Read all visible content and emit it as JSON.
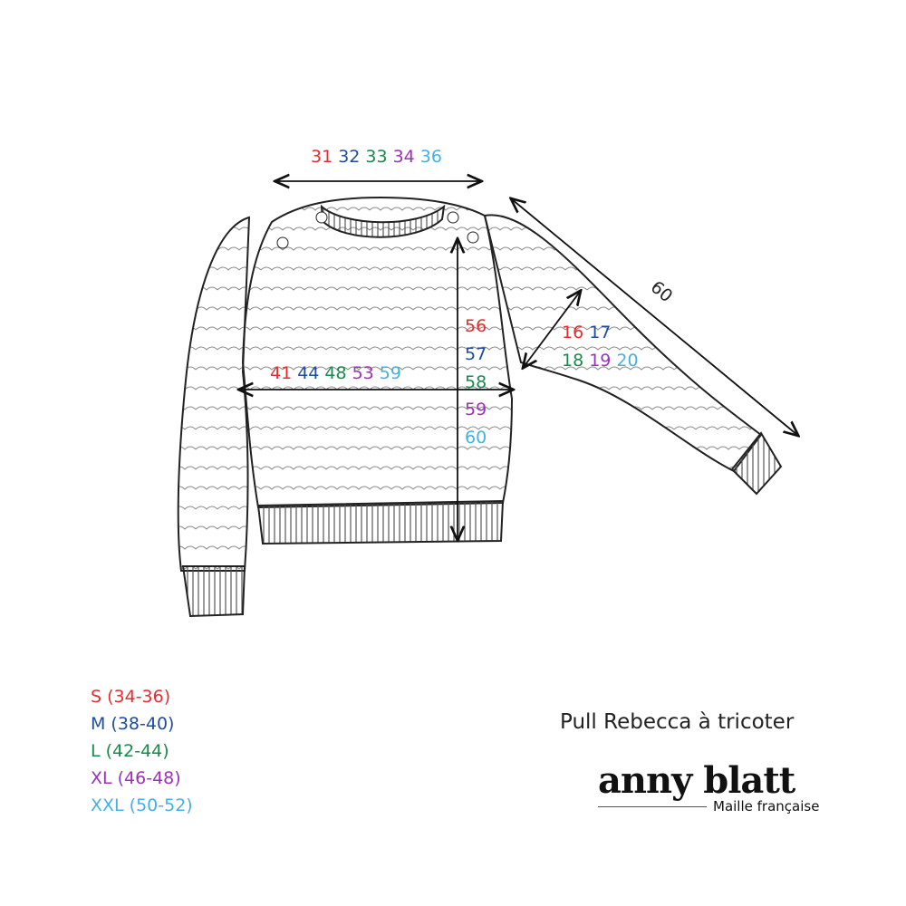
{
  "colors": {
    "S": "#e52d2f",
    "M": "#1d4e9e",
    "L": "#198a4c",
    "XL": "#9c32b8",
    "XXL": "#45b0e6"
  },
  "measurements": {
    "neck_width": [
      "31",
      "32",
      "33",
      "34",
      "36"
    ],
    "chest_width": [
      "41",
      "44",
      "48",
      "53",
      "59"
    ],
    "body_length": [
      "56",
      "57",
      "58",
      "59",
      "60"
    ],
    "sleeve_width": [
      "16",
      "17",
      "18",
      "19",
      "20"
    ],
    "sleeve_length": "60"
  },
  "legend": [
    "S (34-36)",
    "M (38-40)",
    "L (42-44)",
    "XL (46-48)",
    "XXL (50-52)"
  ],
  "title": "Pull Rebecca à tricoter",
  "brand": {
    "name": "anny blatt",
    "tagline": "Maille française"
  }
}
